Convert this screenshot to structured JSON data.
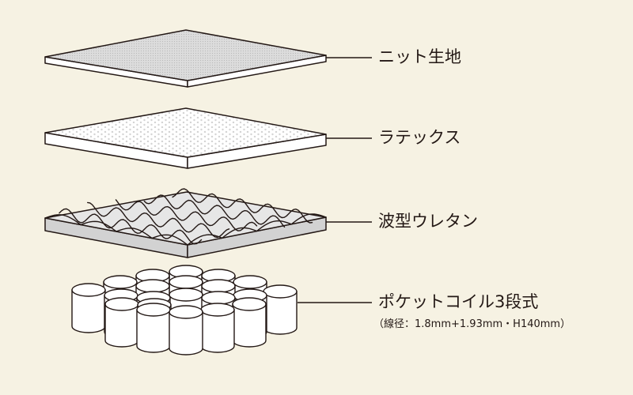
{
  "colors": {
    "background": "#f6f2e3",
    "line": "#231815",
    "knit_fill": "#dcdcdc",
    "foam_fill": "#d2d2d2",
    "latex_fill": "#ffffff",
    "spring_fill": "#ffffff"
  },
  "layers": [
    {
      "id": "knit",
      "label": "ニット生地"
    },
    {
      "id": "latex",
      "label": "ラテックス"
    },
    {
      "id": "urethane",
      "label": "波型ウレタン"
    },
    {
      "id": "pocket_coil",
      "label": "ポケットコイル3段式",
      "sublabel": "（線径：1.8mm+1.93mm・H140mm）"
    }
  ]
}
